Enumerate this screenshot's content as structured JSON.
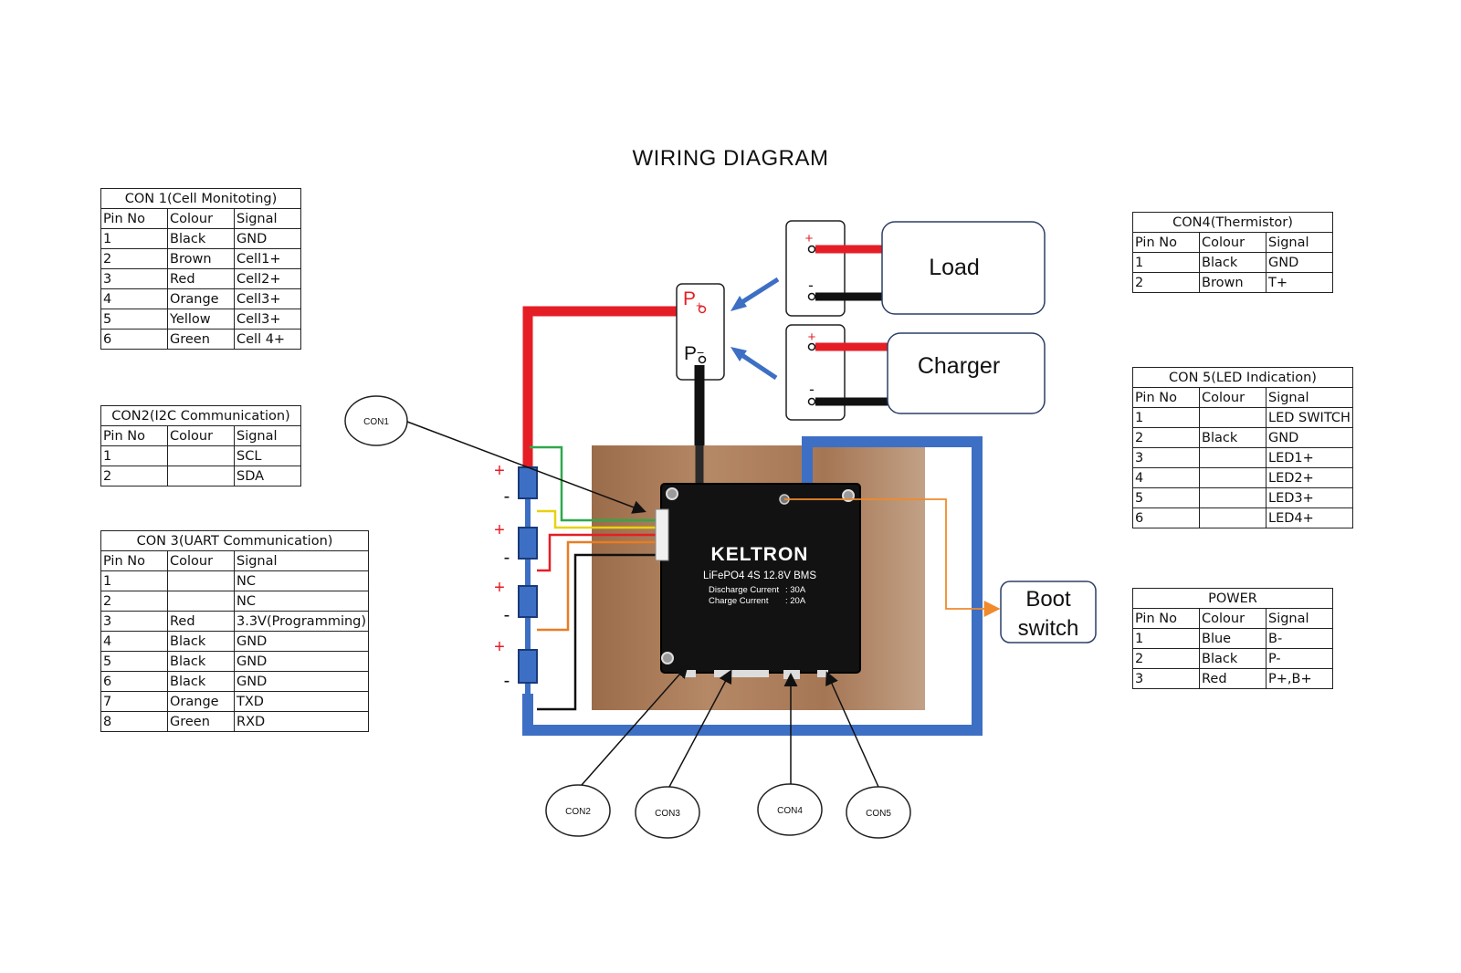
{
  "title": "WIRING DIAGRAM",
  "tables": {
    "con1": {
      "caption": "CON 1(Cell Monitoting)",
      "headers": [
        "Pin No",
        "Colour",
        "Signal"
      ],
      "rows": [
        [
          "1",
          "Black",
          "GND"
        ],
        [
          "2",
          "Brown",
          "Cell1+"
        ],
        [
          "3",
          "Red",
          "Cell2+"
        ],
        [
          "4",
          "Orange",
          "Cell3+"
        ],
        [
          "5",
          "Yellow",
          "Cell3+"
        ],
        [
          "6",
          "Green",
          "Cell 4+"
        ]
      ]
    },
    "con2": {
      "caption": "CON2(I2C Communication)",
      "headers": [
        "Pin No",
        "Colour",
        "Signal"
      ],
      "rows": [
        [
          "1",
          "",
          "SCL"
        ],
        [
          "2",
          "",
          "SDA"
        ]
      ]
    },
    "con3": {
      "caption": "CON 3(UART Communication)",
      "headers": [
        "Pin No",
        "Colour",
        "Signal"
      ],
      "rows": [
        [
          "1",
          "",
          "NC"
        ],
        [
          "2",
          "",
          "NC"
        ],
        [
          "3",
          "Red",
          "3.3V(Programming)"
        ],
        [
          "4",
          "Black",
          "GND"
        ],
        [
          "5",
          "Black",
          "GND"
        ],
        [
          "6",
          "Black",
          "GND"
        ],
        [
          "7",
          "Orange",
          "TXD"
        ],
        [
          "8",
          "Green",
          "RXD"
        ]
      ]
    },
    "con4": {
      "caption": "CON4(Thermistor)",
      "headers": [
        "Pin No",
        "Colour",
        "Signal"
      ],
      "rows": [
        [
          "1",
          "Black",
          "GND"
        ],
        [
          "2",
          "Brown",
          "T+"
        ]
      ]
    },
    "con5": {
      "caption": "CON 5(LED Indication)",
      "headers": [
        "Pin No",
        "Colour",
        "Signal"
      ],
      "rows": [
        [
          "1",
          "",
          "LED SWITCH"
        ],
        [
          "2",
          "Black",
          "GND"
        ],
        [
          "3",
          "",
          "LED1+"
        ],
        [
          "4",
          "",
          "LED2+"
        ],
        [
          "5",
          "",
          "LED3+"
        ],
        [
          "6",
          "",
          "LED4+"
        ]
      ]
    },
    "power": {
      "caption": "POWER",
      "headers": [
        "Pin No",
        "Colour",
        "Signal"
      ],
      "rows": [
        [
          "1",
          "Blue",
          "B-"
        ],
        [
          "2",
          "Black",
          "P-"
        ],
        [
          "3",
          "Red",
          "P+,B+"
        ]
      ]
    }
  },
  "diagram": {
    "load_label": "Load",
    "charger_label": "Charger",
    "boot_label_1": "Boot",
    "boot_label_2": "switch",
    "p_plus": "P+",
    "p_minus": "P-",
    "plus": "+",
    "minus": "-",
    "connector_labels": {
      "con1": "CON1",
      "con2": "CON2",
      "con3": "CON3",
      "con4": "CON4",
      "con5": "CON5"
    },
    "board": {
      "brand": "KELTRON",
      "model": "LiFePO4 4S 12.8V BMS",
      "discharge_label": "Discharge Current",
      "discharge_value": ":   30A",
      "charge_label": "Charge Current",
      "charge_value": ":   20A"
    }
  },
  "colors": {
    "red_wire": "#e51e25",
    "blue_frame": "#3d6fc4",
    "black_wire": "#111111",
    "orange_wire": "#f08a2c",
    "wood": "#a87b58"
  }
}
